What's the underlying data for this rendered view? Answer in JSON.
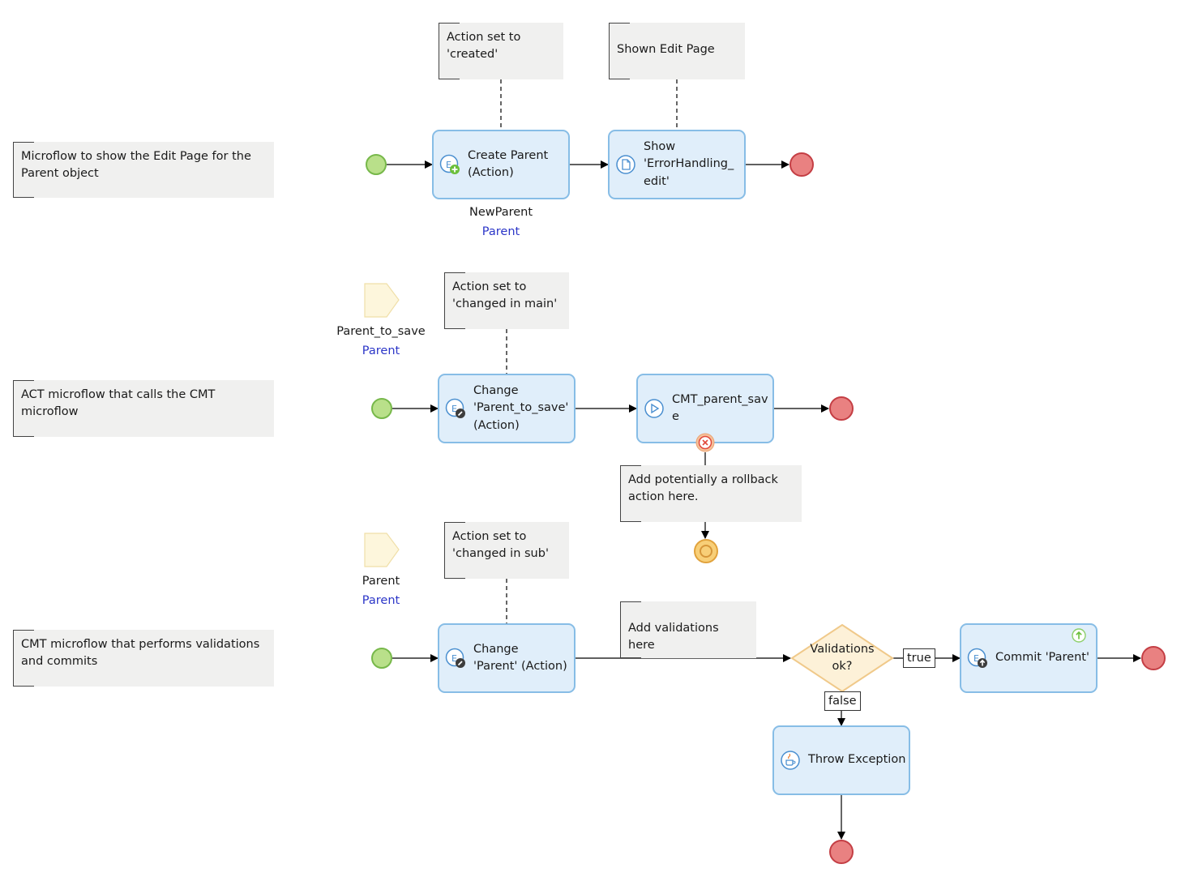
{
  "notes": {
    "mf1": "Microflow to show the Edit Page for the Parent object",
    "mf2": "ACT microflow that calls the CMT microflow",
    "mf3": "CMT microflow that performs validations and commits",
    "created": "Action set to\n'created'",
    "shown": "Shown Edit Page",
    "changed_main": "Action set to\n'changed in main'",
    "rollback": "Add potentially a rollback action here.",
    "changed_sub": "Action set to\n'changed in sub'",
    "validations": "Add validations here"
  },
  "row1": {
    "create": {
      "label": "Create Parent\n(Action)",
      "icon": "create-object-icon"
    },
    "create_var": "NewParent",
    "create_type": "Parent",
    "show": {
      "label": "Show\n'ErrorHandling_\nedit'",
      "icon": "page-icon"
    }
  },
  "row2": {
    "param_name": "Parent_to_save",
    "param_type": "Parent",
    "change": {
      "label": "Change\n'Parent_to_save'\n(Action)",
      "icon": "change-object-icon"
    },
    "call": {
      "label": "CMT_parent_sav\ne",
      "icon": "call-microflow-icon"
    }
  },
  "row3": {
    "param_name": "Parent",
    "param_type": "Parent",
    "change": {
      "label": "Change\n'Parent' (Action)",
      "icon": "change-object-icon"
    },
    "decision": "Validations\nok?",
    "true_label": "true",
    "false_label": "false",
    "commit": {
      "label": "Commit 'Parent'",
      "icon": "commit-object-icon"
    },
    "throw": {
      "label": "Throw Exception",
      "icon": "java-action-icon"
    }
  },
  "colors": {
    "activity_fill": "#e0eefa",
    "activity_border": "#87bde6",
    "start": "#b9e08a",
    "end": "#e98181",
    "error_end": "#f8cf78",
    "note_fill": "#f0f0ef",
    "type_text": "#2c36c8"
  }
}
